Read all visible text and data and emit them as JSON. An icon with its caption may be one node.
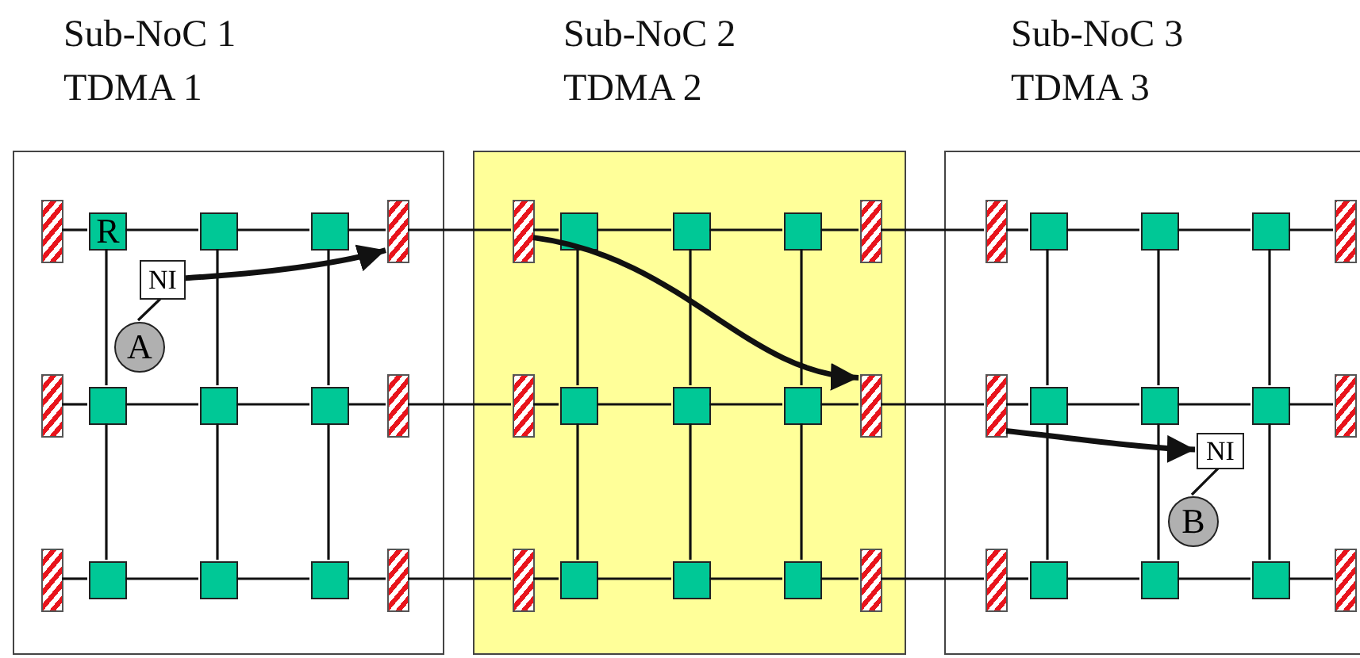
{
  "diagram": {
    "nodes": [
      {
        "text": [
          "Sub-NoC 1 TDMA 1"
        ]
      },
      {
        "text": [],
        "shape": "bar",
        "in": 0
      },
      {
        "text": [
          "R"
        ],
        "in": 0
      },
      {
        "text": [],
        "shape": "box",
        "in": 0
      },
      {
        "text": [],
        "shape": "box",
        "in": 0
      },
      {
        "text": [],
        "shape": "bar",
        "in": 0
      },
      {
        "text": [],
        "shape": "bar",
        "in": 0
      },
      {
        "text": [],
        "shape": "box",
        "in": 0
      },
      {
        "text": [],
        "shape": "box",
        "in": 0
      },
      {
        "text": [],
        "shape": "box",
        "in": 0
      },
      {
        "text": [],
        "shape": "bar",
        "in": 0
      },
      {
        "text": [],
        "shape": "bar",
        "in": 0
      },
      {
        "text": [],
        "shape": "box",
        "in": 0
      },
      {
        "text": [],
        "shape": "box",
        "in": 0
      },
      {
        "text": [],
        "shape": "box",
        "in": 0
      },
      {
        "text": [],
        "shape": "bar",
        "in": 0
      },
      {
        "text": [
          "NI"
        ],
        "in": 0
      },
      {
        "text": [
          "A"
        ],
        "in": 0
      },
      {
        "text": [
          "Sub-NoC 2 TDMA 2"
        ]
      },
      {
        "text": [],
        "shape": "bar",
        "in": 18
      },
      {
        "text": [],
        "shape": "box",
        "in": 18
      },
      {
        "text": [],
        "shape": "box",
        "in": 18
      },
      {
        "text": [],
        "shape": "box",
        "in": 18
      },
      {
        "text": [],
        "shape": "bar",
        "in": 18
      },
      {
        "text": [],
        "shape": "bar",
        "in": 18
      },
      {
        "text": [],
        "shape": "box",
        "in": 18
      },
      {
        "text": [],
        "shape": "box",
        "in": 18
      },
      {
        "text": [],
        "shape": "box",
        "in": 18
      },
      {
        "text": [],
        "shape": "bar",
        "in": 18
      },
      {
        "text": [],
        "shape": "bar",
        "in": 18
      },
      {
        "text": [],
        "shape": "box",
        "in": 18
      },
      {
        "text": [],
        "shape": "box",
        "in": 18
      },
      {
        "text": [],
        "shape": "box",
        "in": 18
      },
      {
        "text": [],
        "shape": "bar",
        "in": 18
      },
      {
        "text": [
          "Sub-NoC 3 TDMA 3"
        ]
      },
      {
        "text": [],
        "shape": "bar",
        "in": 34
      },
      {
        "text": [],
        "shape": "box",
        "in": 34
      },
      {
        "text": [],
        "shape": "box",
        "in": 34
      },
      {
        "text": [],
        "shape": "box",
        "in": 34
      },
      {
        "text": [],
        "shape": "bar",
        "in": 34
      },
      {
        "text": [],
        "shape": "bar",
        "in": 34
      },
      {
        "text": [],
        "shape": "box",
        "in": 34
      },
      {
        "text": [],
        "shape": "box",
        "in": 34
      },
      {
        "text": [],
        "shape": "box",
        "in": 34
      },
      {
        "text": [],
        "shape": "bar",
        "in": 34
      },
      {
        "text": [],
        "shape": "bar",
        "in": 34
      },
      {
        "text": [],
        "shape": "box",
        "in": 34
      },
      {
        "text": [],
        "shape": "box",
        "in": 34
      },
      {
        "text": [],
        "shape": "box",
        "in": 34
      },
      {
        "text": [],
        "shape": "bar",
        "in": 34
      },
      {
        "text": [
          "NI"
        ],
        "in": 34
      },
      {
        "text": [
          "B"
        ],
        "in": 34
      }
    ],
    "edges": [
      {
        "from": 1,
        "to": 2,
        "arrow": "none"
      },
      {
        "from": 2,
        "to": 3,
        "arrow": "none"
      },
      {
        "from": 3,
        "to": 4,
        "arrow": "none"
      },
      {
        "from": 4,
        "to": 5,
        "arrow": "none"
      },
      {
        "from": 6,
        "to": 7,
        "arrow": "none"
      },
      {
        "from": 7,
        "to": 8,
        "arrow": "none"
      },
      {
        "from": 8,
        "to": 9,
        "arrow": "none"
      },
      {
        "from": 9,
        "to": 10,
        "arrow": "none"
      },
      {
        "from": 11,
        "to": 12,
        "arrow": "none"
      },
      {
        "from": 12,
        "to": 13,
        "arrow": "none"
      },
      {
        "from": 13,
        "to": 14,
        "arrow": "none"
      },
      {
        "from": 14,
        "to": 15,
        "arrow": "none"
      },
      {
        "from": 2,
        "to": 7,
        "arrow": "none"
      },
      {
        "from": 7,
        "to": 12,
        "arrow": "none"
      },
      {
        "from": 3,
        "to": 8,
        "arrow": "none"
      },
      {
        "from": 8,
        "to": 13,
        "arrow": "none"
      },
      {
        "from": 4,
        "to": 9,
        "arrow": "none"
      },
      {
        "from": 9,
        "to": 14,
        "arrow": "none"
      },
      {
        "from": 16,
        "to": 17,
        "arrow": "none"
      },
      {
        "from": 16,
        "to": 5,
        "arrow": "to",
        "style": "thick"
      },
      {
        "from": 5,
        "to": 19,
        "arrow": "none"
      },
      {
        "from": 10,
        "to": 24,
        "arrow": "none"
      },
      {
        "from": 15,
        "to": 29,
        "arrow": "none"
      },
      {
        "from": 19,
        "to": 20,
        "arrow": "none"
      },
      {
        "from": 20,
        "to": 21,
        "arrow": "none"
      },
      {
        "from": 21,
        "to": 22,
        "arrow": "none"
      },
      {
        "from": 22,
        "to": 23,
        "arrow": "none"
      },
      {
        "from": 24,
        "to": 25,
        "arrow": "none"
      },
      {
        "from": 25,
        "to": 26,
        "arrow": "none"
      },
      {
        "from": 26,
        "to": 27,
        "arrow": "none"
      },
      {
        "from": 27,
        "to": 28,
        "arrow": "none"
      },
      {
        "from": 29,
        "to": 30,
        "arrow": "none"
      },
      {
        "from": 30,
        "to": 31,
        "arrow": "none"
      },
      {
        "from": 31,
        "to": 32,
        "arrow": "none"
      },
      {
        "from": 32,
        "to": 33,
        "arrow": "none"
      },
      {
        "from": 20,
        "to": 25,
        "arrow": "none"
      },
      {
        "from": 25,
        "to": 30,
        "arrow": "none"
      },
      {
        "from": 21,
        "to": 26,
        "arrow": "none"
      },
      {
        "from": 26,
        "to": 31,
        "arrow": "none"
      },
      {
        "from": 22,
        "to": 27,
        "arrow": "none"
      },
      {
        "from": 27,
        "to": 32,
        "arrow": "none"
      },
      {
        "from": 19,
        "to": 28,
        "arrow": "to",
        "style": "thick"
      },
      {
        "from": 23,
        "to": 35,
        "arrow": "none"
      },
      {
        "from": 28,
        "to": 40,
        "arrow": "none"
      },
      {
        "from": 33,
        "to": 45,
        "arrow": "none"
      },
      {
        "from": 35,
        "to": 36,
        "arrow": "none"
      },
      {
        "from": 36,
        "to": 37,
        "arrow": "none"
      },
      {
        "from": 37,
        "to": 38,
        "arrow": "none"
      },
      {
        "from": 38,
        "to": 39,
        "arrow": "none"
      },
      {
        "from": 40,
        "to": 41,
        "arrow": "none"
      },
      {
        "from": 41,
        "to": 42,
        "arrow": "none"
      },
      {
        "from": 42,
        "to": 43,
        "arrow": "none"
      },
      {
        "from": 43,
        "to": 44,
        "arrow": "none"
      },
      {
        "from": 45,
        "to": 46,
        "arrow": "none"
      },
      {
        "from": 46,
        "to": 47,
        "arrow": "none"
      },
      {
        "from": 47,
        "to": 48,
        "arrow": "none"
      },
      {
        "from": 48,
        "to": 49,
        "arrow": "none"
      },
      {
        "from": 36,
        "to": 41,
        "arrow": "none"
      },
      {
        "from": 41,
        "to": 46,
        "arrow": "none"
      },
      {
        "from": 37,
        "to": 42,
        "arrow": "none"
      },
      {
        "from": 42,
        "to": 47,
        "arrow": "none"
      },
      {
        "from": 38,
        "to": 43,
        "arrow": "none"
      },
      {
        "from": 43,
        "to": 48,
        "arrow": "none"
      },
      {
        "from": 40,
        "to": 50,
        "arrow": "to",
        "style": "thick"
      },
      {
        "from": 50,
        "to": 51,
        "arrow": "none"
      }
    ]
  }
}
